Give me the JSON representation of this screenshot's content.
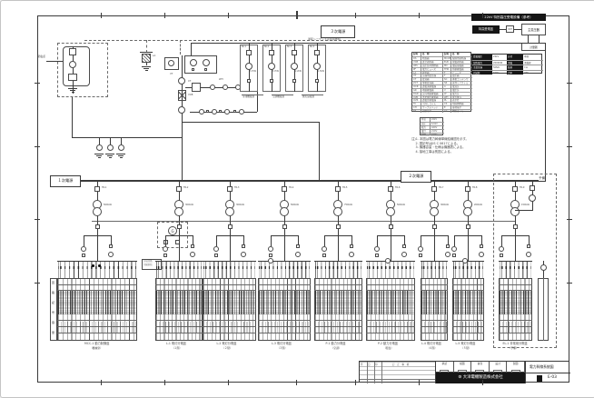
{
  "colors": {
    "line": "#3a3a3a",
    "black": "#161616"
  },
  "labels": {
    "primary": "１次電源",
    "secondary": "２次電源",
    "tertiary": "３次電源",
    "tertiary_note": "運転シーケンスは別図参照",
    "reserve": "予備",
    "incoming": "受電点",
    "gen": "G"
  },
  "small_box": [
    "分岐回路",
    "別図参照"
  ],
  "msb": {
    "vt": "VT",
    "ct": "CT",
    "vcb": "VCB",
    "wh": "WH",
    "la": "LA"
  },
  "top_right": {
    "header": "22kV 特別高圧受電設備（参考）",
    "box1": "特高受電盤",
    "box2": "VCT",
    "box3": "主変圧器",
    "sub_box": "計量器",
    "table": [
      [
        "受電電圧",
        "22kV",
        "方式",
        "本線"
      ],
      [
        "契約電力",
        "2000kW",
        "予備",
        "予備線"
      ],
      [
        "主変圧器",
        "5MVA",
        "結線",
        "Y-Δ"
      ],
      [
        "周波数",
        "60Hz",
        "力率",
        "95%"
      ]
    ]
  },
  "legend": {
    "headers": [
      "記号",
      "名　称",
      "記号",
      "名　称"
    ],
    "rows": [
      [
        "DS",
        "断路器",
        "MCCB",
        "配線用遮断器"
      ],
      [
        "VCB",
        "真空遮断器",
        "ELB",
        "漏電遮断器"
      ],
      [
        "LBS",
        "高圧負荷開閉器",
        "MC",
        "電磁接触器"
      ],
      [
        "PF",
        "電力ヒューズ",
        "THR",
        "熱動継電器"
      ],
      [
        "LA",
        "避雷器",
        "F",
        "ヒューズ"
      ],
      [
        "VT",
        "計器用変圧器",
        "T",
        "変圧器"
      ],
      [
        "CT",
        "変流器",
        "SC",
        "進相コンデンサ"
      ],
      [
        "ZCT",
        "零相変流器",
        "SR",
        "直列リアクトル"
      ],
      [
        "OCR",
        "過電流継電器",
        "A",
        "電流計"
      ],
      [
        "GR",
        "地絡継電器",
        "V",
        "電圧計"
      ],
      [
        "DGR",
        "方向地絡継電器",
        "W",
        "電力計"
      ],
      [
        "UVR",
        "不足電圧継電器",
        "WH",
        "電力量計"
      ],
      [
        "OVR",
        "過電圧継電器",
        "PL",
        "表示灯"
      ],
      [
        "TC",
        "引外しコイル",
        "CS",
        "切換開閉器"
      ],
      [
        "CH",
        "ケーブルヘッド",
        "E",
        "接地端子"
      ],
      [
        "TT",
        "試験端子",
        "CC",
        "閉路コイル"
      ]
    ]
  },
  "mini_table": [
    [
      "特高",
      "22kV"
    ],
    [
      "高圧",
      "6.6kV"
    ],
    [
      "動力",
      "420V"
    ],
    [
      "電灯",
      "210V"
    ],
    [
      "制御",
      "100V"
    ]
  ],
  "notes": [
    "注)1. 本図は電力幹線単線結線図を示す。",
    "　 2. 図記号はJIS C 0617による。",
    "　 3. 機器容量・仕様は機器表による。",
    "　 4. 接地工事は別図による。"
  ],
  "top_group": {
    "labels": [
      "冷凍機電源",
      "空調機電源",
      "換気扇電源"
    ],
    "circuits": [
      {
        "no": "No.1",
        "kw": "3.7kW"
      },
      {
        "no": "No.2",
        "kw": "3.7kW"
      },
      {
        "no": "No.3",
        "kw": "2.2kW"
      },
      {
        "no": "No.4",
        "kw": "1.5kW"
      }
    ]
  },
  "feeders": [
    {
      "name": "TR-1",
      "rating": "500kVA"
    },
    {
      "name": "TR-2",
      "rating": "300kVA"
    },
    {
      "name": "TR-3",
      "rating": "300kVA"
    },
    {
      "name": "TR-4",
      "rating": "500kVA"
    },
    {
      "name": "TR-5",
      "rating": "750kVA"
    },
    {
      "name": "TR-6",
      "rating": "500kVA"
    },
    {
      "name": "TR-7",
      "rating": "300kVA"
    },
    {
      "name": "TR-8",
      "rating": "200kVA"
    },
    {
      "name": "TR-9",
      "rating": "150kVA"
    }
  ],
  "panels": [
    {
      "caption1": "MCC-1 動力制御盤",
      "caption2": "（機械室）"
    },
    {
      "caption1": "L-1 電灯分電盤",
      "caption2": "（１階）"
    },
    {
      "caption1": "L-2 電灯分電盤",
      "caption2": "（２階）"
    },
    {
      "caption1": "L-3 電灯分電盤",
      "caption2": "（３階）"
    },
    {
      "caption1": "P-1 動力分電盤",
      "caption2": "（空調）"
    },
    {
      "caption1": "P-2 動力分電盤",
      "caption2": "（衛生）"
    },
    {
      "caption1": "L-4 電灯分電盤",
      "caption2": "（４階）"
    },
    {
      "caption1": "L-5 電灯分電盤",
      "caption2": "（５階）"
    },
    {
      "caption1": "EL-1 非常用分電盤",
      "caption2": "（予備）"
    }
  ],
  "row_header": [
    "回",
    "路",
    "記",
    "号",
    "容",
    "量"
  ],
  "title_block": {
    "company": "大洋電機製造株式会社",
    "logo": "⚙",
    "title": "電力幹線系統図",
    "number": "E-03",
    "stamps": [
      "承認",
      "検図",
      "審査",
      "設計",
      "製図"
    ],
    "rev_cols": [
      "符",
      "日",
      "印",
      "訂　正　事　項"
    ]
  }
}
